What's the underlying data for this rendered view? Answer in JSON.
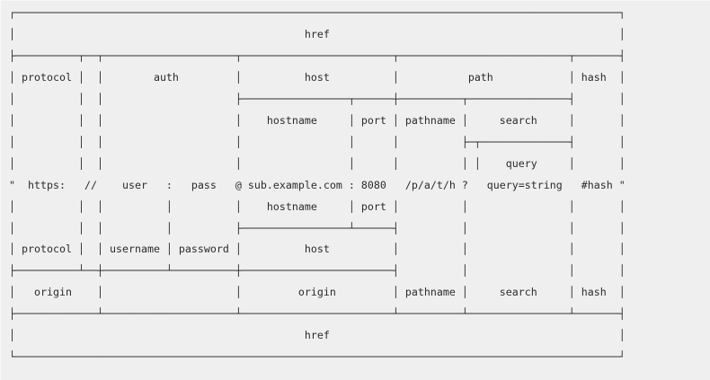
{
  "diagram": {
    "title": "WHATWG URL component structure diagram",
    "type": "ascii-art-box-diagram",
    "font": "monospace",
    "colors": {
      "background": "#efefef",
      "text": "#2b2b2b",
      "rule": "#3a3a3a"
    },
    "example_url": "https://user:pass@sub.example.com:8080/p/a/t/h?query=string#hash",
    "url_row_tokens": [
      {
        "token": "\"",
        "component": "open-quote"
      },
      {
        "token": "https:",
        "component": "protocol"
      },
      {
        "token": "//",
        "component": "slashes"
      },
      {
        "token": "user",
        "component": "username"
      },
      {
        "token": ":",
        "component": "auth-separator"
      },
      {
        "token": "pass",
        "component": "password"
      },
      {
        "token": "@",
        "component": "at-separator"
      },
      {
        "token": "sub.example.com",
        "component": "hostname"
      },
      {
        "token": ":",
        "component": "port-separator"
      },
      {
        "token": "8080",
        "component": "port"
      },
      {
        "token": "/p/a/t/h",
        "component": "pathname"
      },
      {
        "token": "?",
        "component": "search-separator"
      },
      {
        "token": "query=string",
        "component": "query"
      },
      {
        "token": "#hash",
        "component": "hash"
      },
      {
        "token": "\"",
        "component": "close-quote"
      }
    ],
    "labels": {
      "href": "href",
      "protocol": "protocol",
      "auth": "auth",
      "host": "host",
      "path": "path",
      "hash": "hash",
      "hostname": "hostname",
      "port": "port",
      "pathname": "pathname",
      "search": "search",
      "query": "query",
      "username": "username",
      "password": "password",
      "origin": "origin"
    },
    "rows": [
      "┌------------------------------------------------------------------------------------------------------------┐",
      "|                                                      href                                                    |",
      "├----------┬--┬---------------------------┬----------------------------------┬-------------------------┬-------┤",
      "| protocol |  |           auth            |               host               |          path           | hash  |",
      "|          |  |                           ├----------------------┬-----------┼------------┬------------┤       |",
      "|          |  |                           |       hostname       |   port    |  pathname  |   search   |       |",
      "|          |  |                           |                      |           |            ├-┬----------┤       |",
      "|          |  |                           |                      |           |            | |   query  |       |",
      "\"  https:   //    user   :   pass   @ sub.example.com : 8080   /p/a/t/h ?   query=string   #hash \"",
      "|          |  |          |                |       hostname       |   port    |            |            |       |",
      "|          |  |          |                ├----------------------┴-----------┤            |            |       |",
      "| protocol |  | username | password       |               host               |            |            |       |",
      "├----------┴--┼----------┴----------------┼----------------------------------┤            |            |       |",
      "|   origin    |                           |              origin              |  pathname  |   search   | hash  |",
      "├-------------┴---------------------------┴----------------------------------┴------------┴------------┴-------┤",
      "|                                                      href                                                    |",
      "└------------------------------------------------------------------------------------------------------------┘"
    ],
    "ascii": "┌────────────────────────────────────────────────────────────────────────────────────────────────┐\n│                                              href                                              │\n├──────────┬──┬─────────────────────┬────────────────────────┬───────────────────────────┬───────┤\n│ protocol │  │        auth         │          host          │           path            │ hash  │\n│          │  │                     ├─────────────────┬──────┼──────────┬────────────────┤       │\n│          │  │                     │    hostname     │ port │ pathname │     search     │       │\n│          │  │                     │                 │      │          ├─┬──────────────┤       │\n│          │  │                     │                 │      │          │ │    query     │       │\n\"  https:   //    user   :   pass   @ sub.example.com : 8080   /p/a/t/h ?   query=string   #hash \"\n│          │  │          │          │    hostname     │ port │          │                │       │\n│          │  │          │          ├─────────────────┴──────┤          │                │       │\n│ protocol │  │ username │ password │          host          │          │                │       │\n├──────────┴──┼──────────┴──────────┼────────────────────────┤          │                │       │\n│   origin    │                     │         origin         │ pathname │     search     │ hash  │\n├─────────────┴─────────────────────┴────────────────────────┴──────────┴────────────────┴───────┤\n│                                              href                                              │\n└────────────────────────────────────────────────────────────────────────────────────────────────┘"
  }
}
